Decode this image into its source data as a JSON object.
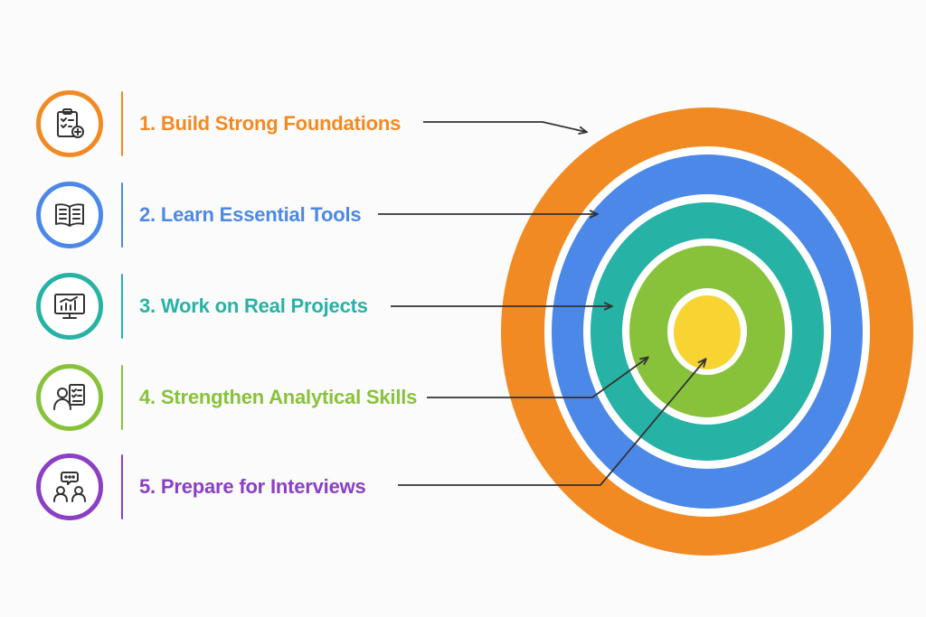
{
  "colors": {
    "orange": "#f28a24",
    "blue": "#4c88e8",
    "teal": "#26b3a5",
    "green": "#88c23a",
    "purple": "#8a3fc4",
    "yellow": "#f7d431",
    "arrow": "#333333"
  },
  "steps": [
    {
      "label": "1. Build Strong Foundations",
      "icon": "clipboard-checklist-icon",
      "color": "#f28a24"
    },
    {
      "label": "2. Learn Essential Tools",
      "icon": "open-book-icon",
      "color": "#4c88e8"
    },
    {
      "label": "3. Work on Real Projects",
      "icon": "monitor-chart-icon",
      "color": "#26b3a5"
    },
    {
      "label": "4. Strengthen Analytical Skills",
      "icon": "person-checklist-icon",
      "color": "#88c23a"
    },
    {
      "label": "5. Prepare for Interviews",
      "icon": "interview-chat-icon",
      "color": "#8a3fc4"
    }
  ],
  "target_rings": [
    "#f28a24",
    "#4c88e8",
    "#26b3a5",
    "#88c23a",
    "#f7d431"
  ]
}
